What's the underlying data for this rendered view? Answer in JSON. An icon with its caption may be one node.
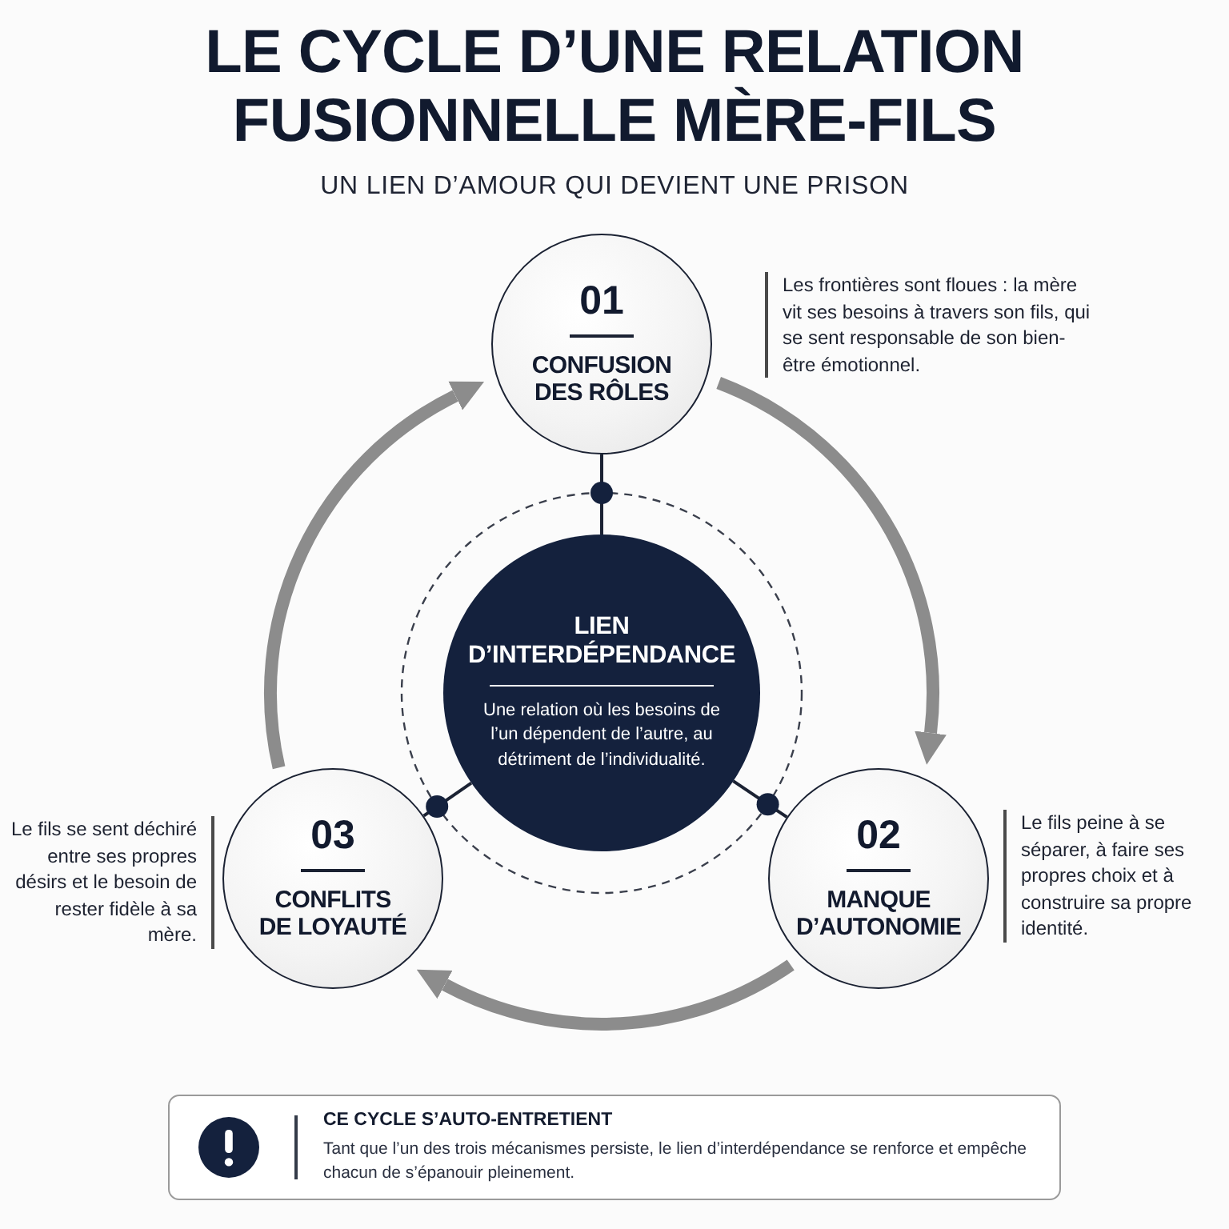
{
  "diagram": {
    "title": "LE CYCLE D’UNE RELATION FUSIONNELLE MÈRE-FILS",
    "nodes": [
      {
        "text": [
          "01",
          "CONFUSION DES RÔLES"
        ],
        "beside": [
          "Les frontières sont floues : la mère vit ses besoins à travers son fils, qui se sent responsable de son bien-être émotionnel."
        ]
      },
      {
        "text": [
          "02",
          "MANQUE D’AUTONOMIE"
        ],
        "beside": [
          "Le fils peine à se séparer, à faire ses propres choix et à construire sa propre identité."
        ]
      },
      {
        "text": [
          "03",
          "CONFLITS DE LOYAUTÉ"
        ],
        "beside": [
          "Le fils se sent déchiré entre ses propres désirs et le besoin de rester fidèle à sa mère."
        ]
      },
      {
        "text": [
          "LIEN D’INTERDÉPENDANCE",
          "Une relation où les besoins de l’un dépendent de l’autre, au détriment de l’individualité."
        ]
      },
      {
        "text": [
          "CE CYCLE S’AUTO-ENTRETIENT",
          "Tant que l’un des trois mécanismes persiste, le lien d’interdépendance se renforce et empêche chacun de s’épanouir pleinement."
        ]
      }
    ],
    "edges": [
      {
        "from": 0,
        "to": 1,
        "arrow": "to",
        "style": "thick",
        "color": "#8c8c8c"
      },
      {
        "from": 1,
        "to": 2,
        "arrow": "to",
        "style": "thick",
        "color": "#8c8c8c"
      },
      {
        "from": 2,
        "to": 0,
        "arrow": "to",
        "style": "thick",
        "color": "#8c8c8c"
      },
      {
        "from": 0,
        "to": 3,
        "arrow": "none",
        "color": "#1b2233"
      },
      {
        "from": 1,
        "to": 3,
        "arrow": "none",
        "color": "#1b2233"
      },
      {
        "from": 2,
        "to": 3,
        "arrow": "none",
        "color": "#1b2233"
      }
    ],
    "labels": [
      "UN LIEN D’AMOUR QUI DEVIENT UNE PRISON"
    ]
  }
}
